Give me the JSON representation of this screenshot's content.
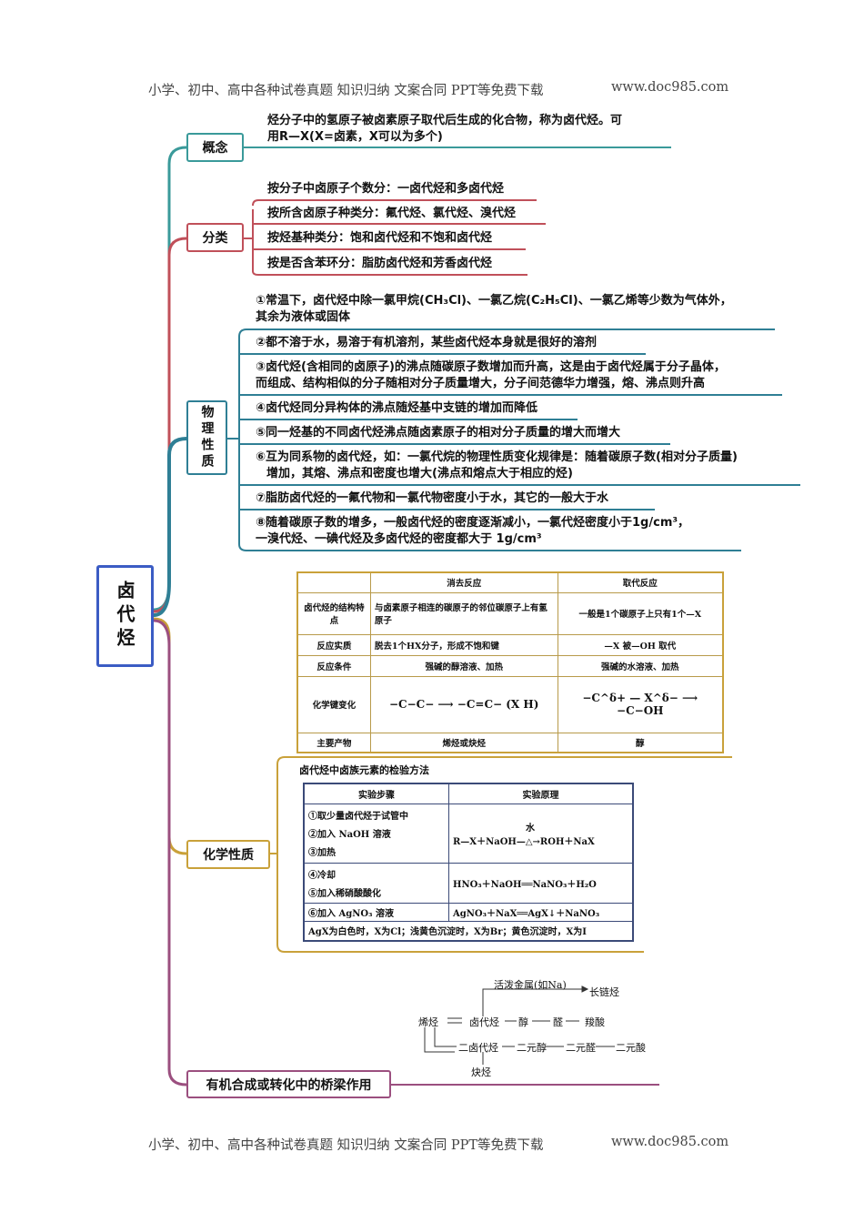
{
  "header": {
    "left": "小学、初中、高中各种试卷真题  知识归纳  文案合同  PPT等免费下载",
    "right": "www.doc985.com"
  },
  "footer": {
    "left": "小学、初中、高中各种试卷真题  知识归纳  文案合同  PPT等免费下载",
    "right": "www.doc985.com"
  },
  "root": "卤代烃",
  "colors": {
    "root": "#3b5cc4",
    "concept": "#3a9a9a",
    "classify": "#c0505a",
    "physical": "#2f7f95",
    "chemical": "#c9a13a",
    "bridge": "#9b4f7f"
  },
  "concept": {
    "label": "概念",
    "lines": [
      "烃分子中的氢原子被卤素原子取代后生成的化合物，称为卤代烃。可",
      "用R—X(X=卤素，X可以为多个)"
    ]
  },
  "classify": {
    "label": "分类",
    "items": [
      "按分子中卤原子个数分：一卤代烃和多卤代烃",
      "按所含卤原子种类分：氟代烃、氯代烃、溴代烃",
      "按烃基种类分：饱和卤代烃和不饱和卤代烃",
      "按是否含苯环分：脂肪卤代烃和芳香卤代烃"
    ]
  },
  "physical": {
    "label": "物理性质",
    "items": [
      [
        "①常温下，卤代烃中除一氯甲烷(CH₃Cl)、一氯乙烷(C₂H₅Cl)、一氯乙烯等少数为气体外，",
        "其余为液体或固体"
      ],
      [
        "②都不溶于水，易溶于有机溶剂，某些卤代烃本身就是很好的溶剂"
      ],
      [
        "③卤代烃(含相同的卤原子)的沸点随碳原子数增加而升高，这是由于卤代烃属于分子晶体，",
        "而组成、结构相似的分子随相对分子质量增大，分子间范德华力增强，熔、沸点则升高"
      ],
      [
        "④卤代烃同分异构体的沸点随烃基中支链的增加而降低"
      ],
      [
        "⑤同一烃基的不同卤代烃沸点随卤素原子的相对分子质量的增大而增大"
      ],
      [
        "⑥互为同系物的卤代烃，如：一氯代烷的物理性质变化规律是：随着碳原子数(相对分子质量)",
        "增加，其熔、沸点和密度也增大(沸点和熔点大于相应的烃)"
      ],
      [
        "⑦脂肪卤代烃的一氟代物和一氯代物密度小于水，其它的一般大于水"
      ],
      [
        "⑧随着碳原子数的增多，一般卤代烃的密度逐渐减小，一氯代烃密度小于1g/cm³，",
        "一溴代烃、一碘代烃及多卤代烃的密度都大于 1g/cm³"
      ]
    ]
  },
  "chemical": {
    "label": "化学性质",
    "reaction_table": {
      "headers": [
        "",
        "消去反应",
        "取代反应"
      ],
      "rows": [
        [
          "卤代烃的结构特点",
          "与卤素原子相连的碳原子的邻位碳原子上有氢原子",
          "一般是1个碳原子上只有1个—X"
        ],
        [
          "反应实质",
          "脱去1个HX分子，形成不饱和键",
          "—X 被—OH 取代"
        ],
        [
          "反应条件",
          "强碱的醇溶液、加热",
          "强碱的水溶液、加热"
        ],
        [
          "化学键变化",
          "−C−C− ⟶ −C=C−  (X H)",
          "−C^δ+ — X^δ− ⟶  −C−OH"
        ],
        [
          "主要产物",
          "烯烃或炔烃",
          "醇"
        ]
      ]
    },
    "test": {
      "title": "卤代烃中卤族元素的检验方法",
      "headers": [
        "实验步骤",
        "实验原理"
      ],
      "steps1": [
        "①取少量卤代烃于试管中",
        "②加入 NaOH 溶液",
        "③加热"
      ],
      "eq1": "R—X＋NaOH—△→ROH＋NaX",
      "eq1_cond": "水",
      "steps2": [
        "④冷却",
        "⑤加入稀硝酸酸化"
      ],
      "eq2": "HNO₃＋NaOH══NaNO₃＋H₂O",
      "step3": "⑥加入 AgNO₃ 溶液",
      "eq3": "AgNO₃＋NaX══AgX↓＋NaNO₃",
      "conclusion": "AgX为白色时，X为Cl；浅黄色沉淀时，X为Br；黄色沉淀时，X为I"
    }
  },
  "bridge": {
    "label": "有机合成或转化中的桥梁作用",
    "diagram": {
      "metal": "活泼金属(如Na)",
      "long_chain": "长链烃",
      "alkene": "烯烃",
      "haloalkane": "卤代烃",
      "alcohol": "醇",
      "aldehyde": "醛",
      "acid": "羧酸",
      "dihalo": "二卤代烃",
      "diol": "二元醇",
      "dial": "二元醛",
      "diacid": "二元酸",
      "alkyne": "炔烃"
    }
  }
}
